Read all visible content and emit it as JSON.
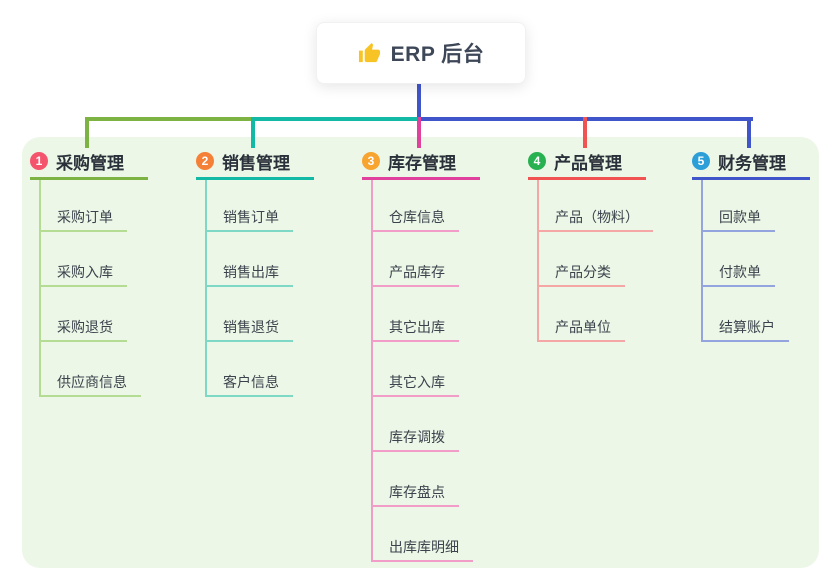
{
  "root": {
    "label": "ERP 后台",
    "icon": "thumbs-up-icon",
    "icon_color": "#f7c325",
    "connector_color": "#4155cb"
  },
  "panel": {
    "background": "#edf7e7"
  },
  "branches": [
    {
      "number": "1",
      "title": "采购管理",
      "badge_color": "#f4556c",
      "line_color": "#7cb342",
      "light_color": "#b4dc92",
      "items": [
        "采购订单",
        "采购入库",
        "采购退货",
        "供应商信息"
      ]
    },
    {
      "number": "2",
      "title": "销售管理",
      "badge_color": "#f58138",
      "line_color": "#12b9a5",
      "light_color": "#7ed8c6",
      "items": [
        "销售订单",
        "销售出库",
        "销售退货",
        "客户信息"
      ]
    },
    {
      "number": "3",
      "title": "库存管理",
      "badge_color": "#f7a430",
      "line_color": "#e0419c",
      "light_color": "#f29cc8",
      "items": [
        "仓库信息",
        "产品库存",
        "其它出库",
        "其它入库",
        "库存调拨",
        "库存盘点",
        "出库库明细"
      ]
    },
    {
      "number": "4",
      "title": "产品管理",
      "badge_color": "#27b150",
      "line_color": "#f05352",
      "light_color": "#f5a7a5",
      "items": [
        "产品（物料）",
        "产品分类",
        "产品单位"
      ]
    },
    {
      "number": "5",
      "title": "财务管理",
      "badge_color": "#2d9fd8",
      "line_color": "#4155cb",
      "light_color": "#93a4de",
      "items": [
        "回款单",
        "付款单",
        "结算账户"
      ]
    }
  ]
}
